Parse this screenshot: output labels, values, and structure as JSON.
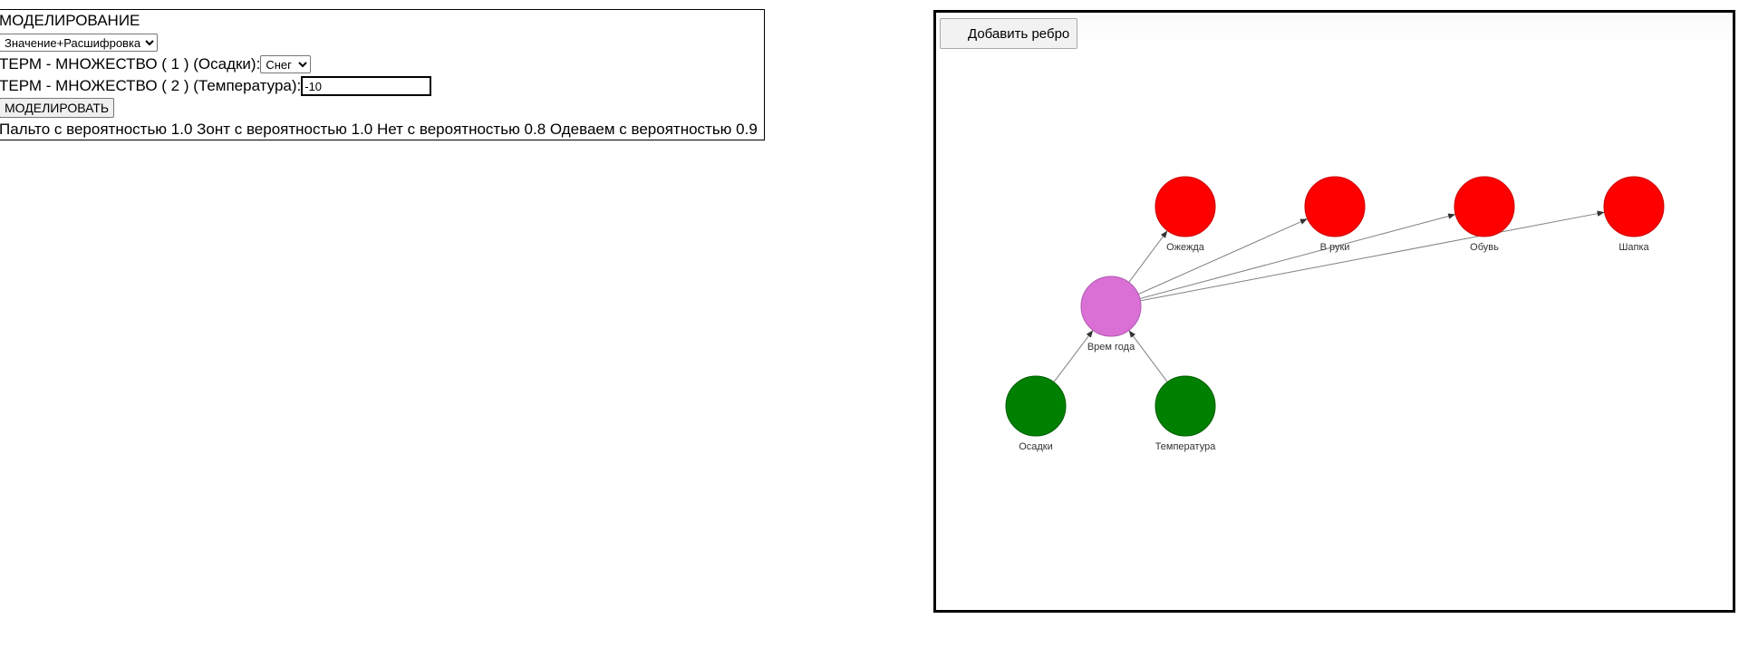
{
  "form": {
    "title": "МОДЕЛИРОВАНИЕ",
    "mode_select": {
      "selected": "Значение+Расшифровка"
    },
    "term1": {
      "label": "ТЕРМ - МНОЖЕСТВО ( 1 ) (Осадки):",
      "selected": "Снег"
    },
    "term2": {
      "label": "ТЕРМ - МНОЖЕСТВО ( 2 ) (Температура):",
      "value": "-10"
    },
    "simulate_button": "МОДЕЛИРОВАТЬ",
    "result": "Пальто с вероятностью 1.0 Зонт с вероятностью 1.0 Нет с вероятностью 0.8 Одеваем с вероятностью 0.9"
  },
  "graph": {
    "add_edge_button": "Добавить ребро",
    "colors": {
      "input": "#008000",
      "intermediate": "#da70d6",
      "output": "#ff0000",
      "edge": "#808080"
    },
    "nodes": [
      {
        "id": "osadki",
        "label": "Осадки",
        "kind": "input"
      },
      {
        "id": "temperatura",
        "label": "Температура",
        "kind": "input"
      },
      {
        "id": "vremgoda",
        "label": "Врем года",
        "kind": "intermediate"
      },
      {
        "id": "ozhezhda",
        "label": "Ожежда",
        "kind": "output"
      },
      {
        "id": "vruki",
        "label": "В руки",
        "kind": "output"
      },
      {
        "id": "obuv",
        "label": "Обувь",
        "kind": "output"
      },
      {
        "id": "shapka",
        "label": "Шапка",
        "kind": "output"
      }
    ],
    "edges": [
      {
        "from": "osadki",
        "to": "vremgoda"
      },
      {
        "from": "temperatura",
        "to": "vremgoda"
      },
      {
        "from": "vremgoda",
        "to": "ozhezhda"
      },
      {
        "from": "vremgoda",
        "to": "vruki"
      },
      {
        "from": "vremgoda",
        "to": "obuv"
      },
      {
        "from": "vremgoda",
        "to": "shapka"
      }
    ]
  }
}
